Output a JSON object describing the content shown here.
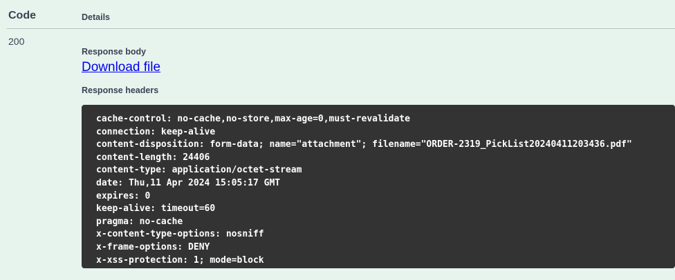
{
  "colors": {
    "background": "#e7f4ee",
    "code_block_bg": "#333333",
    "code_block_text": "#ffffff",
    "heading_text": "#3b4151",
    "link_blue": "#0000ee"
  },
  "responses_table": {
    "header": {
      "code_label": "Code",
      "details_label": "Details"
    },
    "response": {
      "status_code": "200",
      "body_label": "Response body",
      "download_link_label": "Download file",
      "headers_label": "Response headers",
      "headers": [
        "cache-control: no-cache,no-store,max-age=0,must-revalidate",
        "connection: keep-alive",
        "content-disposition: form-data; name=\"attachment\"; filename=\"ORDER-2319_PickList20240411203436.pdf\"",
        "content-length: 24406",
        "content-type: application/octet-stream",
        "date: Thu,11 Apr 2024 15:05:17 GMT",
        "expires: 0",
        "keep-alive: timeout=60",
        "pragma: no-cache",
        "x-content-type-options: nosniff",
        "x-frame-options: DENY",
        "x-xss-protection: 1; mode=block"
      ]
    }
  }
}
